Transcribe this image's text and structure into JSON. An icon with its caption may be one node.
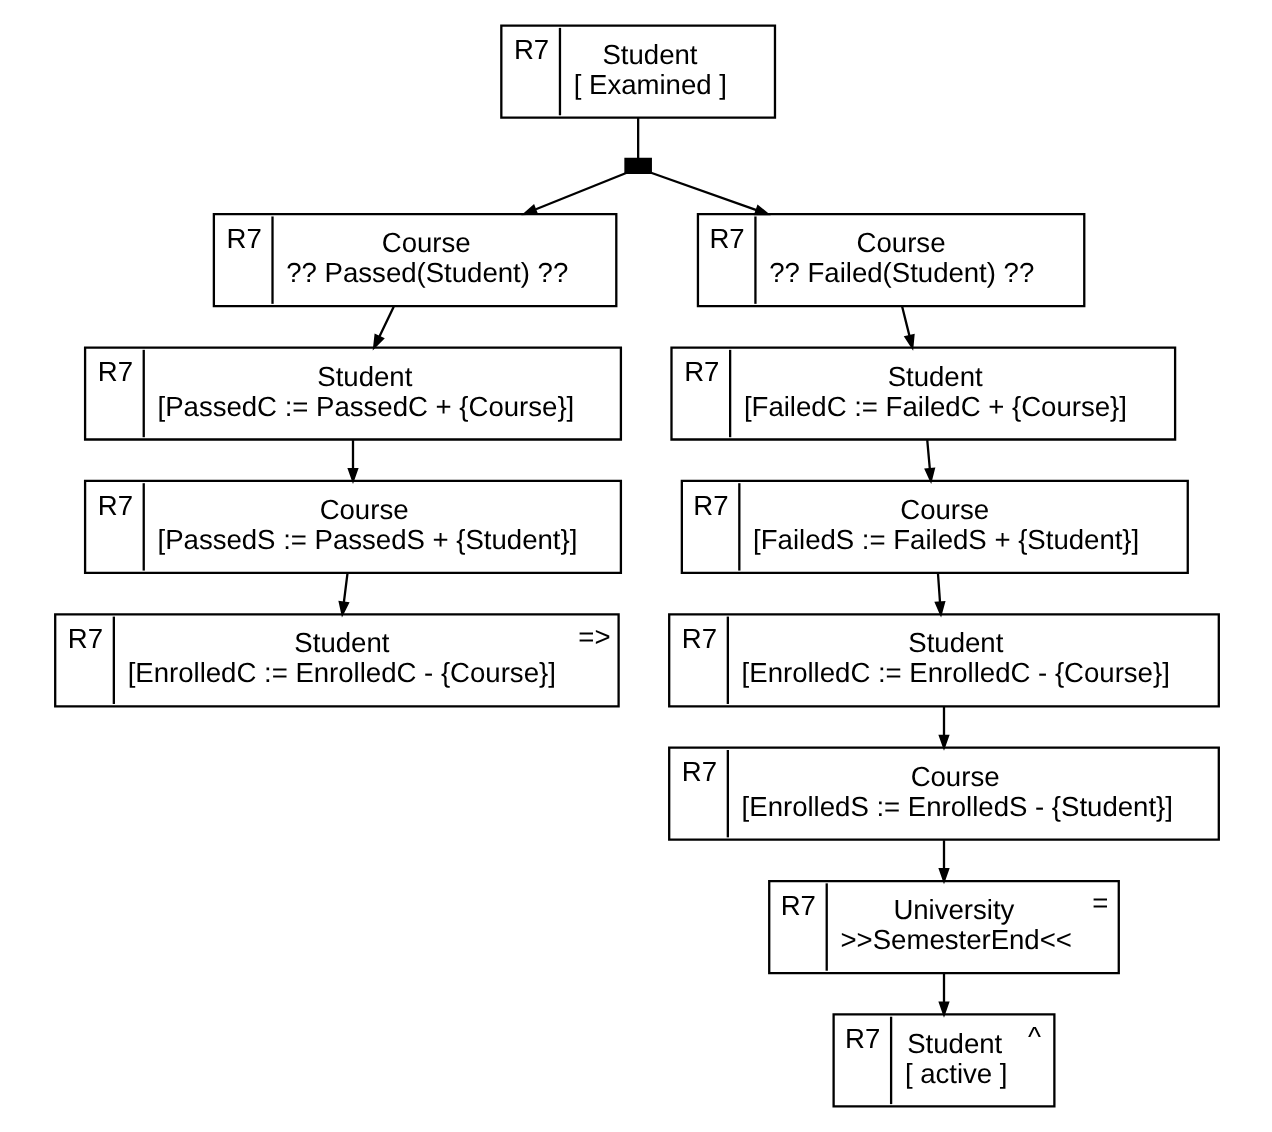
{
  "diagram": {
    "nodes": [
      {
        "text": [
          "R7",
          "Student",
          "[ Examined ]"
        ]
      },
      {
        "text": [],
        "shape": "box"
      },
      {
        "text": [
          "R7",
          "Course",
          "?? Passed(Student) ??"
        ]
      },
      {
        "text": [
          "R7",
          "Course",
          "?? Failed(Student) ??"
        ]
      },
      {
        "text": [
          "R7",
          "Student",
          "[PassedC := PassedC + {Course}]"
        ]
      },
      {
        "text": [
          "R7",
          "Student",
          "[FailedC := FailedC + {Course}]"
        ]
      },
      {
        "text": [
          "R7",
          "Course",
          "[PassedS := PassedS + {Student}]"
        ]
      },
      {
        "text": [
          "R7",
          "Course",
          "[FailedS := FailedS + {Student}]"
        ]
      },
      {
        "text": [
          "R7",
          "Student",
          "[EnrolledC := EnrolledC - {Course}]",
          "=>"
        ]
      },
      {
        "text": [
          "R7",
          "Student",
          "[EnrolledC := EnrolledC - {Course}]"
        ]
      },
      {
        "text": [
          "R7",
          "Course",
          "[EnrolledS := EnrolledS - {Student}]"
        ]
      },
      {
        "text": [
          "R7",
          "University",
          ">>SemesterEnd<<",
          "="
        ]
      },
      {
        "text": [
          "R7",
          "Student",
          "[ active ]",
          "^"
        ]
      }
    ],
    "edges": [
      {
        "from": 0,
        "to": 1,
        "arrow": "none"
      },
      {
        "from": 1,
        "to": 2,
        "arrow": "to"
      },
      {
        "from": 1,
        "to": 3,
        "arrow": "to"
      },
      {
        "from": 2,
        "to": 4,
        "arrow": "to"
      },
      {
        "from": 4,
        "to": 6,
        "arrow": "to"
      },
      {
        "from": 6,
        "to": 8,
        "arrow": "to"
      },
      {
        "from": 3,
        "to": 5,
        "arrow": "to"
      },
      {
        "from": 5,
        "to": 7,
        "arrow": "to"
      },
      {
        "from": 7,
        "to": 9,
        "arrow": "to"
      },
      {
        "from": 9,
        "to": 10,
        "arrow": "to"
      },
      {
        "from": 10,
        "to": 11,
        "arrow": "to"
      },
      {
        "from": 11,
        "to": 12,
        "arrow": "to"
      }
    ]
  }
}
